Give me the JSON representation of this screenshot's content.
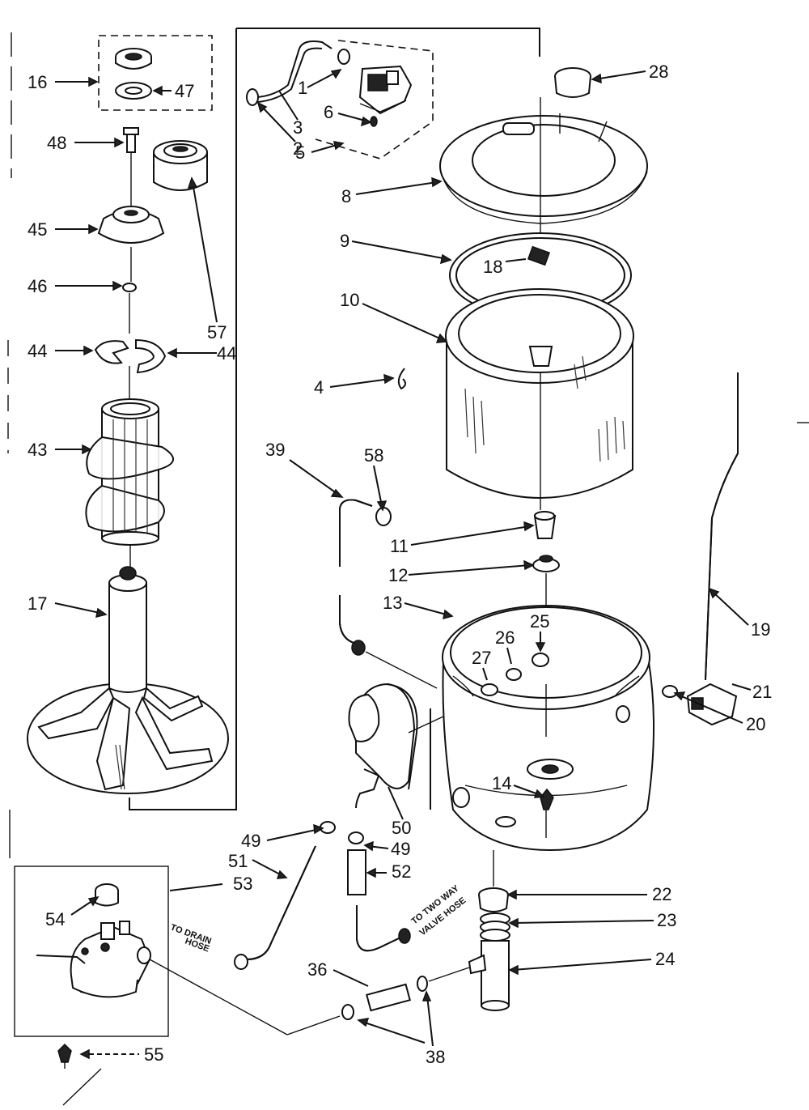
{
  "diagram": {
    "callouts": {
      "c16": "16",
      "c47": "47",
      "c48": "48",
      "c45": "45",
      "c46": "46",
      "c57": "57",
      "c44a": "44",
      "c44b": "44",
      "c43": "43",
      "c17": "17",
      "c1": "1",
      "c3": "3",
      "c2": "2",
      "c6": "6",
      "c5": "5",
      "c28": "28",
      "c8": "8",
      "c9": "9",
      "c18": "18",
      "c10": "10",
      "c4": "4",
      "c39": "39",
      "c58": "58",
      "c11": "11",
      "c12": "12",
      "c13": "13",
      "c25": "25",
      "c26": "26",
      "c27": "27",
      "c19": "19",
      "c21": "21",
      "c20": "20",
      "c14": "14",
      "c49a": "49",
      "c49b": "49",
      "c50": "50",
      "c51": "51",
      "c52": "52",
      "c53": "53",
      "c54": "54",
      "c22": "22",
      "c23": "23",
      "c24": "24",
      "c36": "36",
      "c38": "38",
      "c55": "55"
    },
    "notes": {
      "drain_line1": "TO DRAIN",
      "drain_line2": "HOSE",
      "valve_line1": "TO TWO WAY",
      "valve_line2": "VALVE HOSE"
    }
  }
}
